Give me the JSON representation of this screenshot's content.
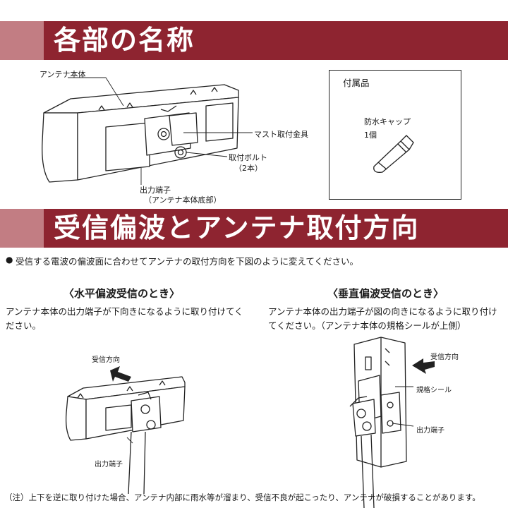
{
  "section1": {
    "title": "各部の名称"
  },
  "parts": {
    "antenna_body": "アンテナ本体",
    "mast_bracket": "マスト取付金具",
    "bolt": "取付ボルト",
    "bolt_qty": "（2本）",
    "output_terminal": "出力端子",
    "output_terminal_note": "（アンテナ本体底部）"
  },
  "accessories": {
    "heading": "付属品",
    "item": "防水キャップ",
    "qty": "1個"
  },
  "section2": {
    "title": "受信偏波とアンテナ取付方向"
  },
  "intro": "受信する電波の偏波面に合わせてアンテナの取付方向を下図のように変えてください。",
  "horizontal": {
    "heading": "〈水平偏波受信のとき〉",
    "desc": "アンテナ本体の出力端子が下向きになるように取り付けてください。",
    "label_direction": "受信方向",
    "label_output": "出力端子"
  },
  "vertical": {
    "heading": "〈垂直偏波受信のとき〉",
    "desc": "アンテナ本体の出力端子が図の向きになるように取り付けてください。（アンテナ本体の規格シールが上側）",
    "label_direction": "受信方向",
    "label_seal": "規格シール",
    "label_output": "出力端子"
  },
  "note": "（注）上下を逆に取り付けた場合、アンテナ内部に雨水等が溜まり、受信不良が起こったり、アンテナが破損することがあります。",
  "colors": {
    "band": "#8e2430",
    "band_lead": "#c27d83"
  }
}
